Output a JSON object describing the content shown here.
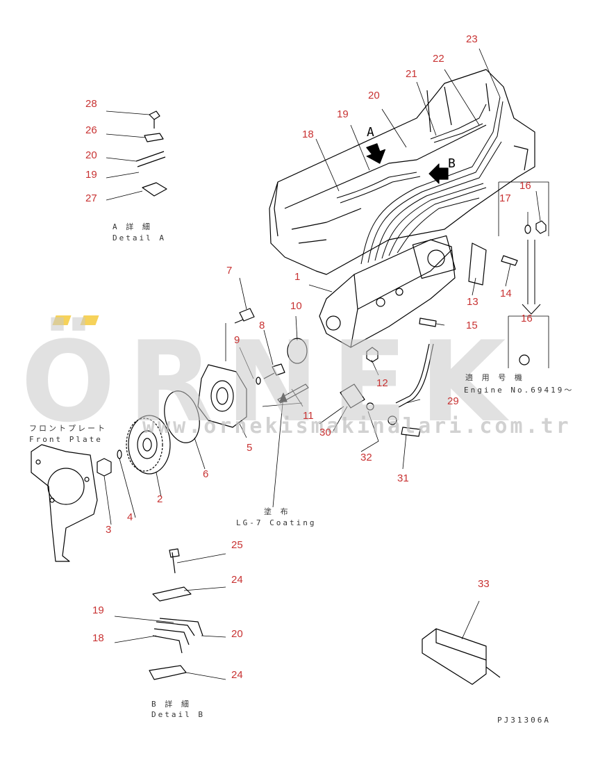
{
  "callouts": [
    "1",
    "2",
    "3",
    "4",
    "5",
    "6",
    "7",
    "8",
    "9",
    "10",
    "11",
    "12",
    "13",
    "14",
    "15",
    "16",
    "16",
    "17",
    "18",
    "19",
    "20",
    "21",
    "22",
    "23",
    "24",
    "24",
    "25",
    "26",
    "27",
    "28",
    "29",
    "30",
    "31",
    "32",
    "33",
    "18",
    "19",
    "20",
    "19",
    "20"
  ],
  "labels": {
    "detail_a_jp": "A 詳 細",
    "detail_a_en": "Detail A",
    "detail_b_jp": "B 詳 細",
    "detail_b_en": "Detail B",
    "front_plate_jp": "フロントプレート",
    "front_plate_en": "Front Plate",
    "coating_jp": "塗 布",
    "coating_en": "LG-7 Coating",
    "serial_jp": "適 用 号 機",
    "serial_en": "Engine No.69419～",
    "drawing_no": "PJ31306A",
    "arrow_a": "A",
    "arrow_b": "B"
  },
  "watermark": {
    "text": "ÖRNEK",
    "url": "www.ornekismakinalari.com.tr"
  },
  "colors": {
    "callout": "#c83232",
    "line": "#000000",
    "watermark": "#c8c8c8",
    "umlaut": "#f6d25a"
  }
}
